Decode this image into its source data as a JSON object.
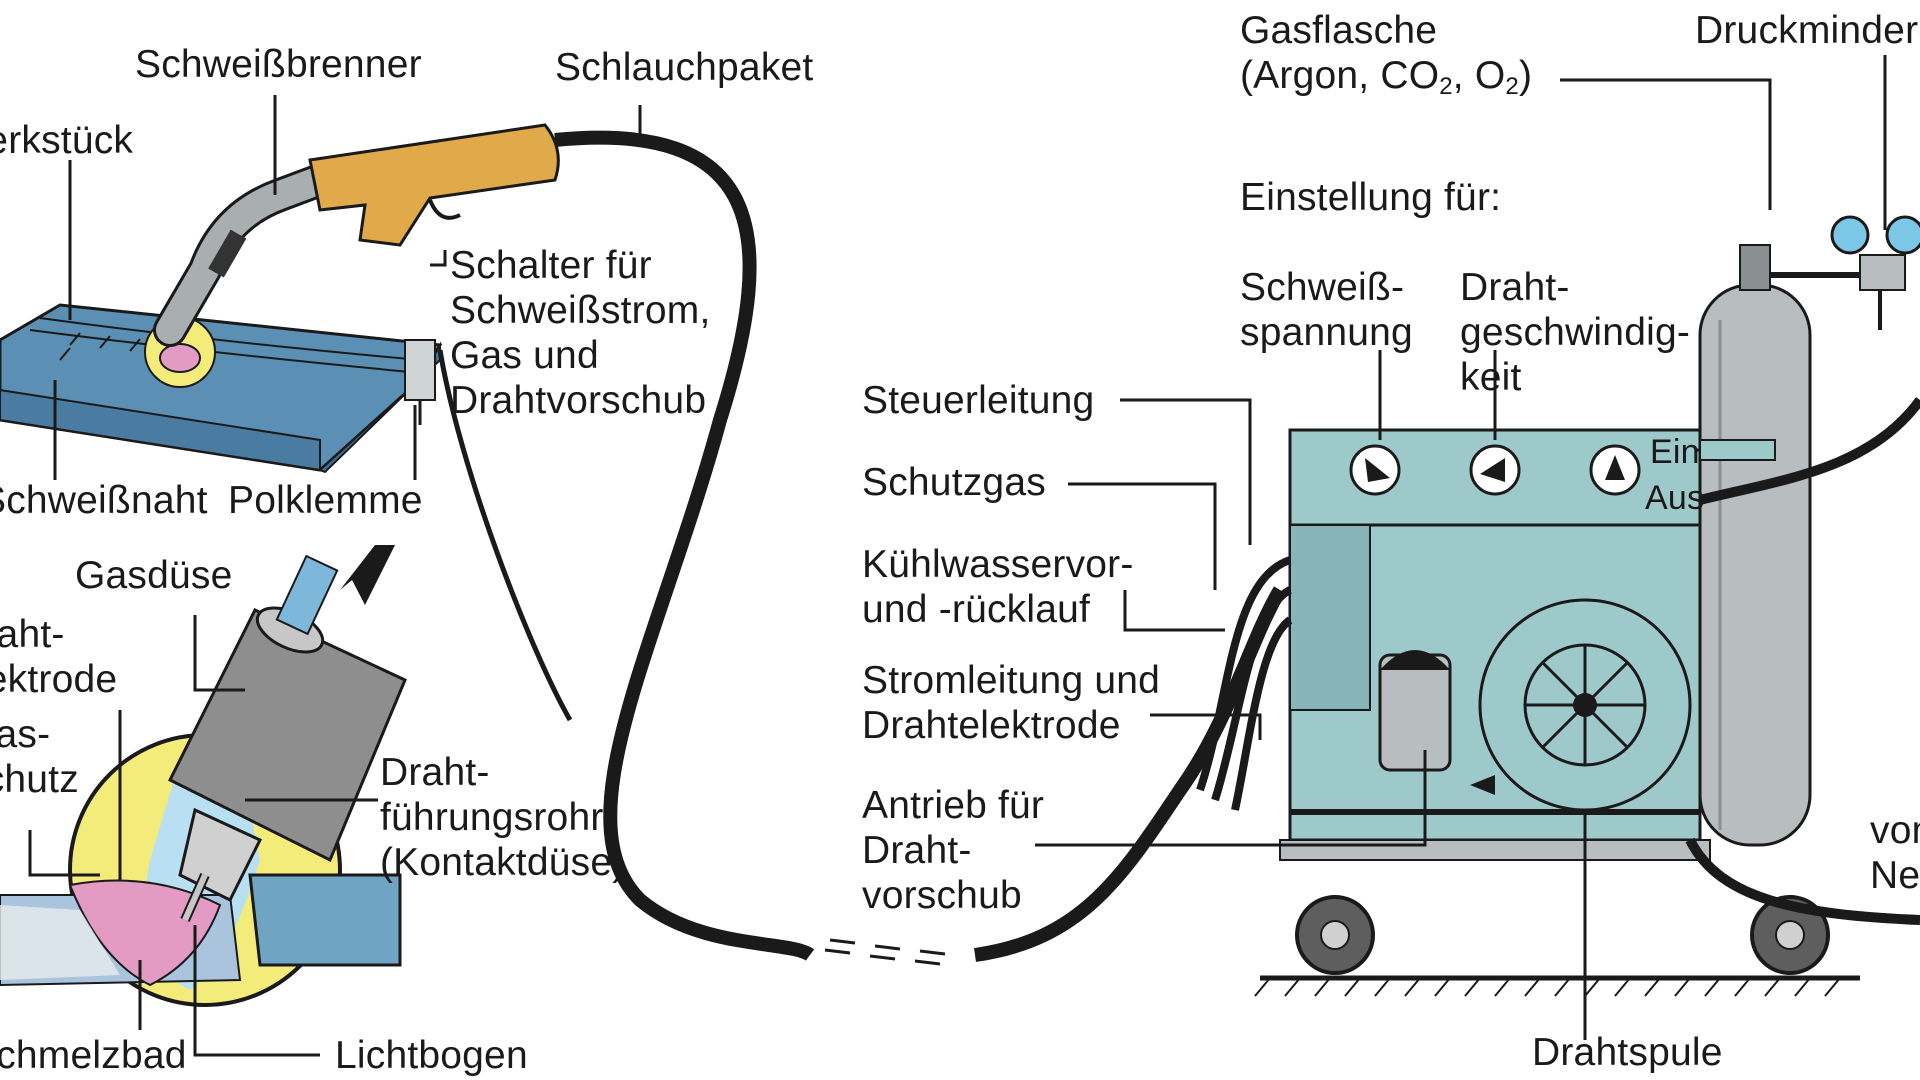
{
  "labels": {
    "schweissbrenner": "Schweißbrenner",
    "schlauchpaket": "Schlauchpaket",
    "werkstueck": "Werkstück",
    "schalter": [
      "Schalter für",
      "Schweißstrom,",
      "Gas und",
      "Drahtvorschub"
    ],
    "schweissnaht": "Schweißnaht",
    "polklemme": "Polklemme",
    "gasduese": "Gasdüse",
    "drahtelektrode": [
      "Draht-",
      "elektrode"
    ],
    "gasschutz": [
      "Gas-",
      "schutz"
    ],
    "drahtfuehrungsrohr": [
      "Draht-",
      "führungsrohr",
      "(Kontaktdüse)"
    ],
    "schmelzbad": "Schmelzbad",
    "lichtbogen": "Lichtbogen",
    "gasflasche": "Gasflasche",
    "gasflasche_gases": {
      "open": "(Argon, CO",
      "co_sub": "2",
      "mid": ", O",
      "o_sub": "2",
      "close": ")"
    },
    "druckminderer": "Druckminderer",
    "einstellung": "Einstellung für:",
    "schweissspannung": [
      "Schweiß-",
      "spannung"
    ],
    "drahtgeschwindigkeit": [
      "Draht-",
      "geschwindig-",
      "keit"
    ],
    "steuerleitung": "Steuerleitung",
    "schutzgas": "Schutzgas",
    "kuehlwasser": [
      "Kühlwasservor-",
      "und -rücklauf"
    ],
    "stromleitung": [
      "Stromleitung und",
      "Drahtelektrode"
    ],
    "antrieb": [
      "Antrieb für",
      "Draht-",
      "vorschub"
    ],
    "ein": "Ein",
    "aus": "Aus",
    "vom_netz": [
      "vom",
      "Netz"
    ],
    "drahtspule": "Drahtspule"
  },
  "colors": {
    "machine": "#9ec9cb",
    "machine_dark": "#6f9fa2",
    "workpiece": "#5b8fb4",
    "torch_handle": "#e0a94a",
    "yellow_circle": "#f4ec7a",
    "weld_pool": "#e39bc4",
    "gas_blue": "#b8e0f2",
    "cylinder": "#b8bec0",
    "gauge": "#7cc6e6",
    "line": "#1a1a1a"
  }
}
